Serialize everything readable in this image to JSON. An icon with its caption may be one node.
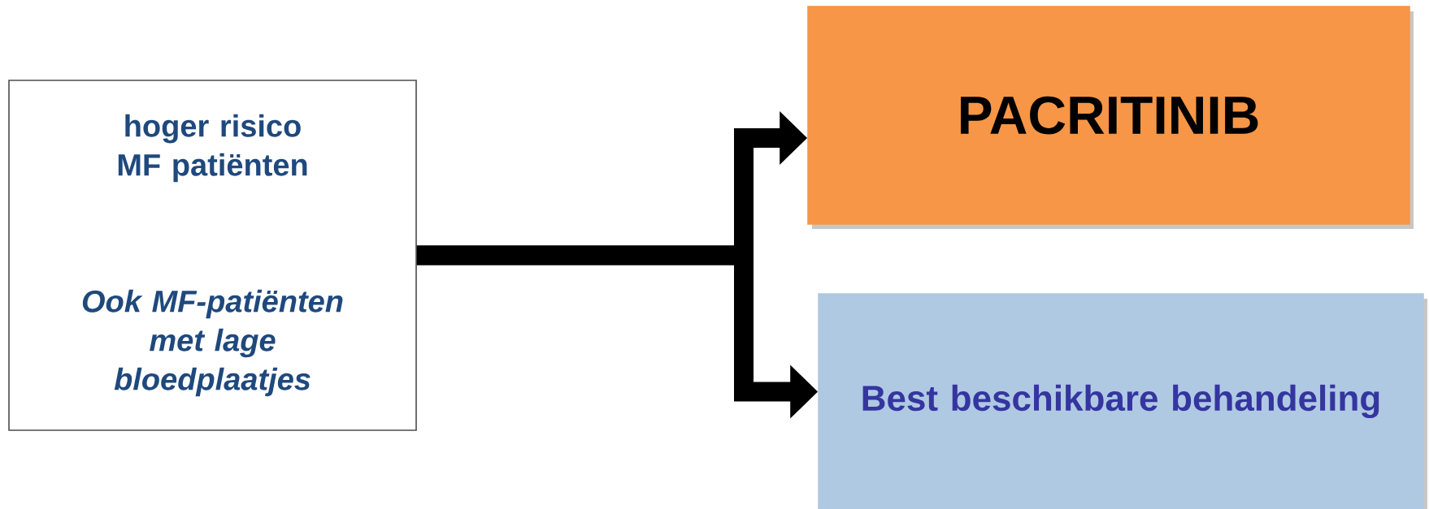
{
  "diagram": {
    "nodes": [
      {
        "text": [
          "hoger risico MF patiënten",
          "Ook MF-patiënten met lage bloedplaatjes"
        ]
      },
      {
        "text": [
          "PACRITINIB"
        ]
      },
      {
        "text": [
          "Best beschikbare behandeling"
        ]
      }
    ],
    "edges": [
      {
        "from": 0,
        "to": 1,
        "arrow": "to"
      },
      {
        "from": 0,
        "to": 2,
        "arrow": "to"
      }
    ]
  }
}
